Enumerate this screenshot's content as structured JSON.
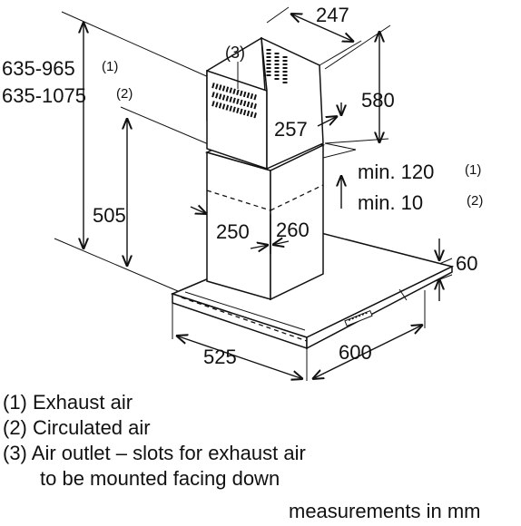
{
  "dimensions": {
    "top_width": "247",
    "chimney_upper_height": "580",
    "chimney_upper_depth": "257",
    "slot_label": "(3)",
    "total_height_1": "635-965",
    "total_height_1_note": "(1)",
    "total_height_2": "635-1075",
    "total_height_2_note": "(2)",
    "min_120": "min. 120",
    "min_120_note": "(1)",
    "min_10": "min. 10",
    "min_10_note": "(2)",
    "lower_height": "505",
    "chimney_width": "250",
    "chimney_depth": "260",
    "hood_height": "60",
    "hood_width": "525",
    "hood_depth": "600"
  },
  "legend": {
    "line1": "(1) Exhaust air",
    "line2": "(2) Circulated air",
    "line3": "(3) Air outlet – slots for exhaust air",
    "line4": "to be mounted facing down",
    "units": "measurements in mm"
  }
}
